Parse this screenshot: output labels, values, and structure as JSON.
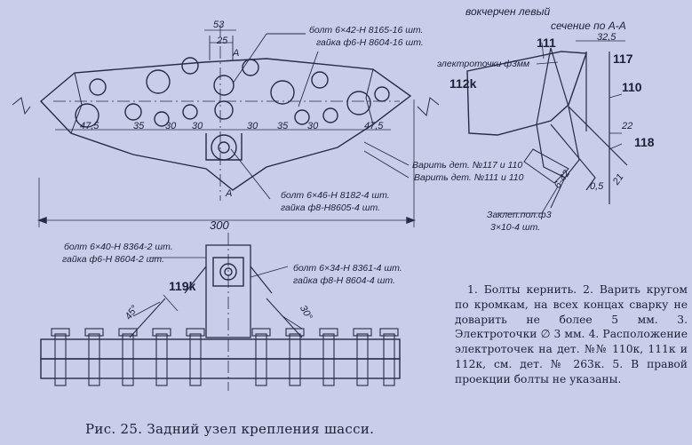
{
  "top_view": {
    "bolt_a": "болт 6×42-Н 8165-16 шт.",
    "nut_a": "гайка ф6-Н 8604-16 шт.",
    "bolt_b": "болт 6×46-Н 8182-4 шт.",
    "nut_b": "гайка ф8-Н8605-4 шт.",
    "weld_a": "Варить дет. №117 и 110",
    "weld_b": "Варить дет. №111 и 110",
    "dim_53": "53",
    "dim_25": "25",
    "dim_300": "300",
    "dim_labels": [
      "47,5",
      "35",
      "30",
      "30",
      "30",
      "35",
      "30",
      "47,5"
    ],
    "section_mark_top": "А",
    "section_mark_bottom": "А"
  },
  "section_view": {
    "title_left": "вокчерчен левый",
    "title": "сечение по А-А",
    "dim_325": "32,5",
    "spot_weld": "электроточки ф3мм",
    "part_111": "111",
    "part_112k": "112k",
    "part_117": "117",
    "part_110": "110",
    "part_118": "118",
    "dim_22": "22",
    "dim_tilt": "6-42",
    "dim_tilt2": "21",
    "dim_05": "0,5",
    "rivet": "Заклеп.пол.ф3",
    "rivet_qty": "3×10-4 шт."
  },
  "bottom_view": {
    "bolt_c": "болт 6×40-Н 8364-2 шт.",
    "nut_c": "гайка ф6-Н 8604-2 шт.",
    "bolt_d": "болт 6×34-Н 8361-4 шт.",
    "nut_d": "гайка ф8-Н 8604-4 шт.",
    "part_119k": "119k",
    "angle_45": "45°",
    "angle_30": "30°"
  },
  "notes": "1. Болты кернить. 2. Варить кругом по кромкам, на всех концах сварку не доварить не более 5 мм. 3. Электроточки ∅ 3 мм. 4. Расположение электроточек на дет. №№ 110к, 111к и 112к, см. дет. № 263к. 5. В правой проекции болты не указаны.",
  "caption_prefix": "Рис.",
  "caption_number": "25.",
  "caption_text": "Задний узел крепления шасси."
}
